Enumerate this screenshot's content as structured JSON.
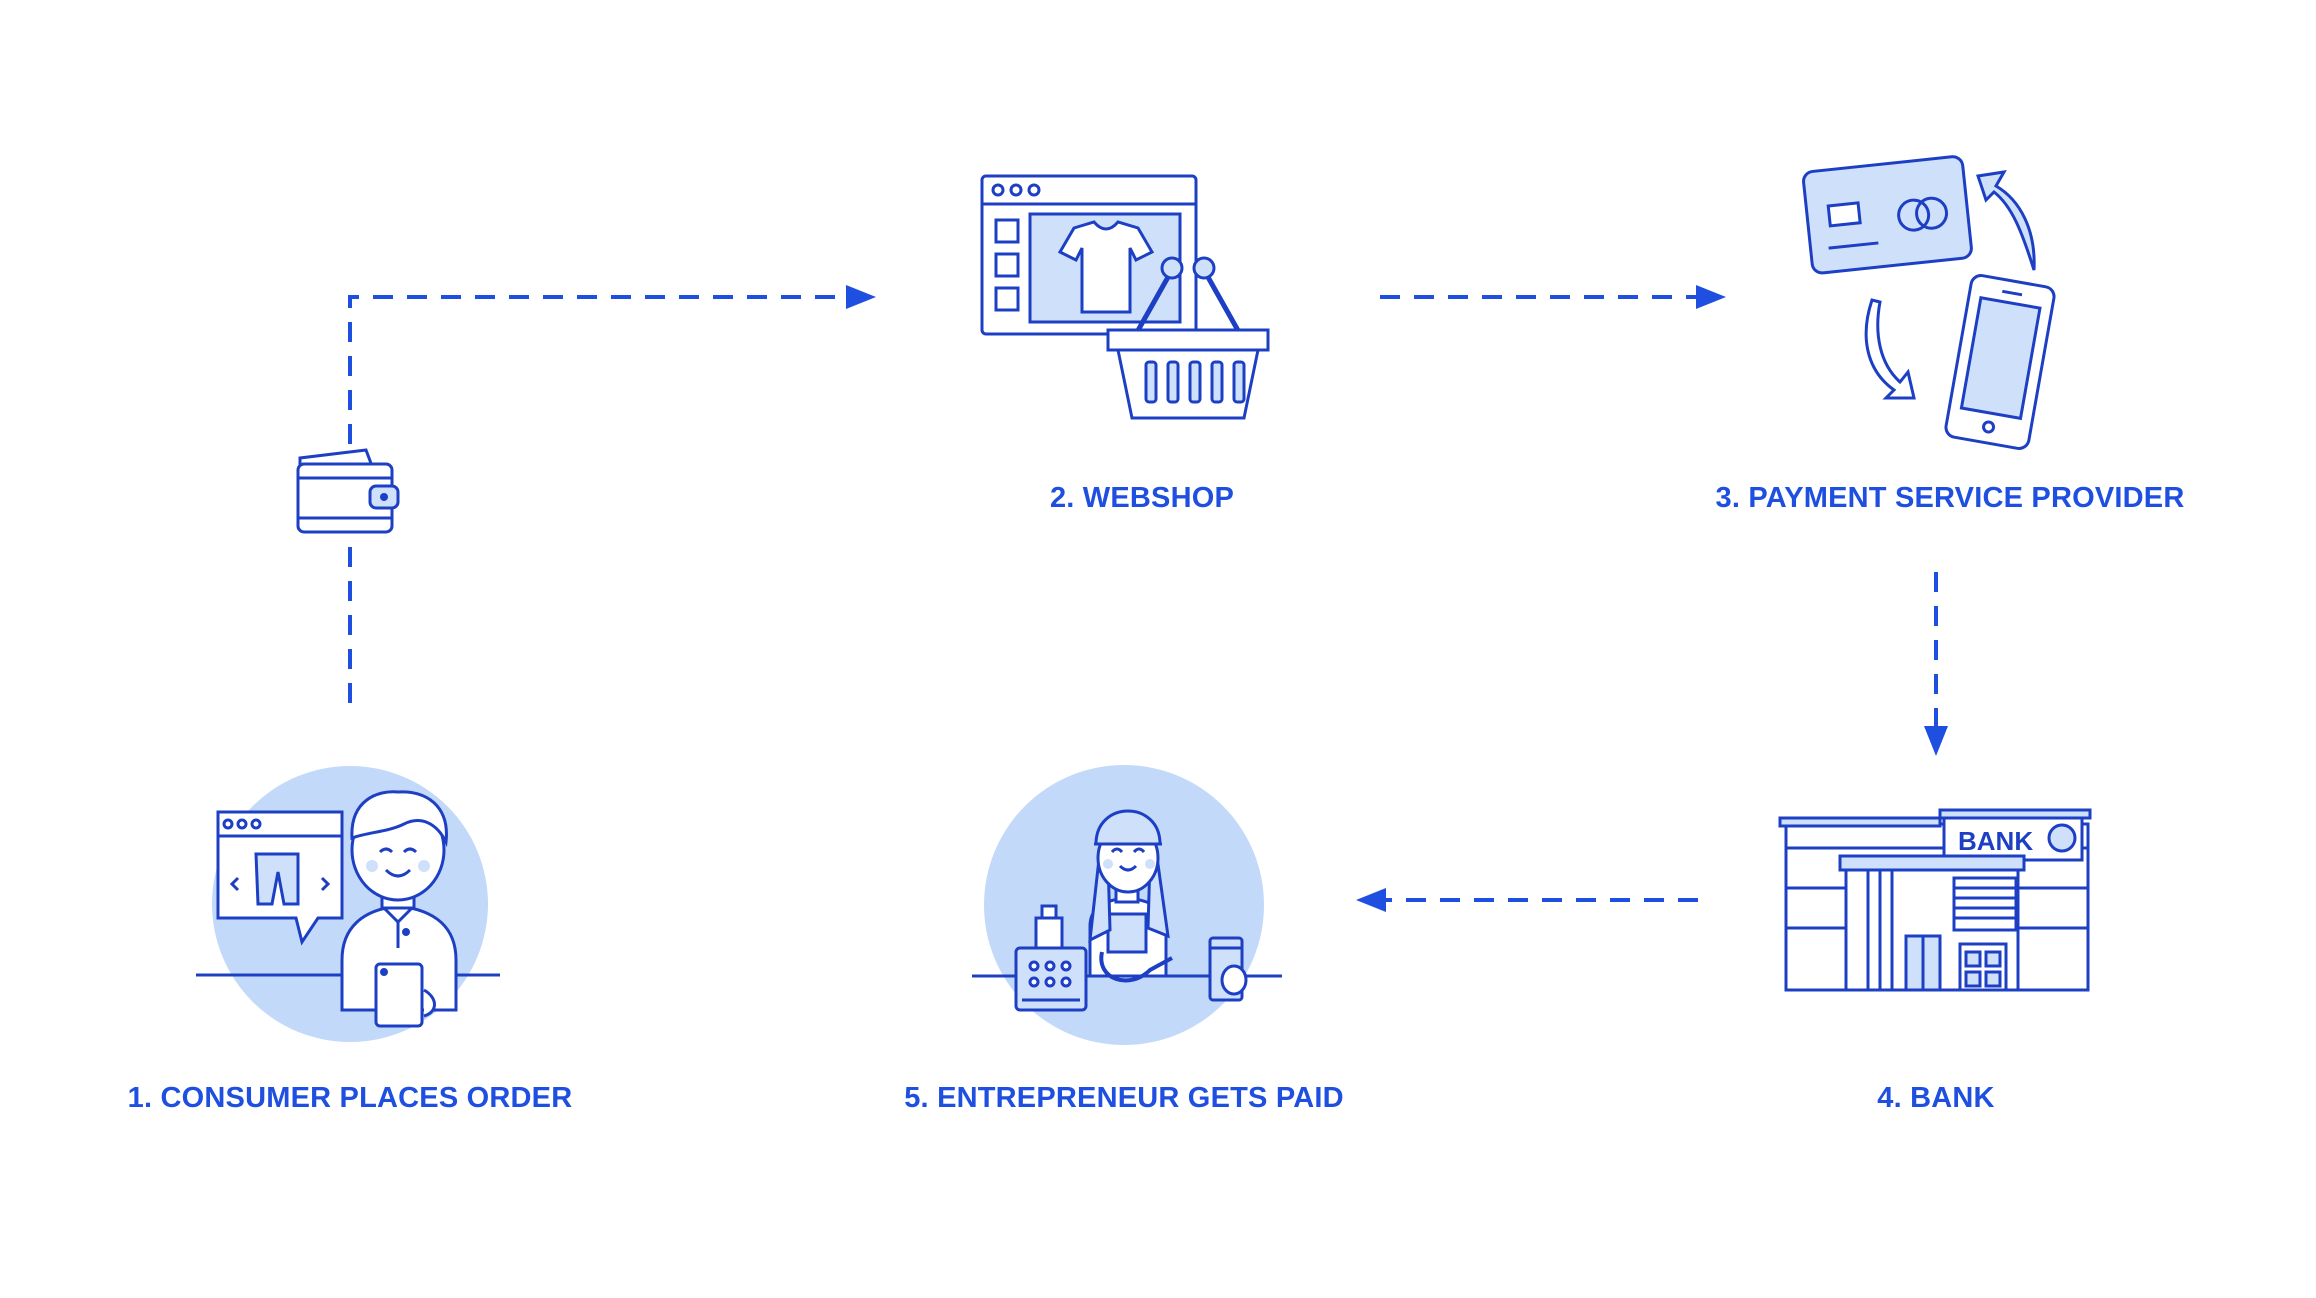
{
  "colors": {
    "primary": "#1f4fe0",
    "stroke": "#1d3fc4",
    "fill_light": "#cfe0fb",
    "fill_circle": "#c3d9f9",
    "background": "#ffffff"
  },
  "steps": [
    {
      "label": "1. CONSUMER PLACES ORDER",
      "icon": "consumer-icon"
    },
    {
      "label": "2. WEBSHOP",
      "icon": "webshop-icon"
    },
    {
      "label": "3. PAYMENT SERVICE PROVIDER",
      "icon": "payment-provider-icon"
    },
    {
      "label": "4. BANK",
      "icon": "bank-icon"
    },
    {
      "label": "5. ENTREPRENEUR GETS PAID",
      "icon": "entrepreneur-icon"
    }
  ],
  "bank_sign": "BANK",
  "connector_icon": "wallet-icon"
}
